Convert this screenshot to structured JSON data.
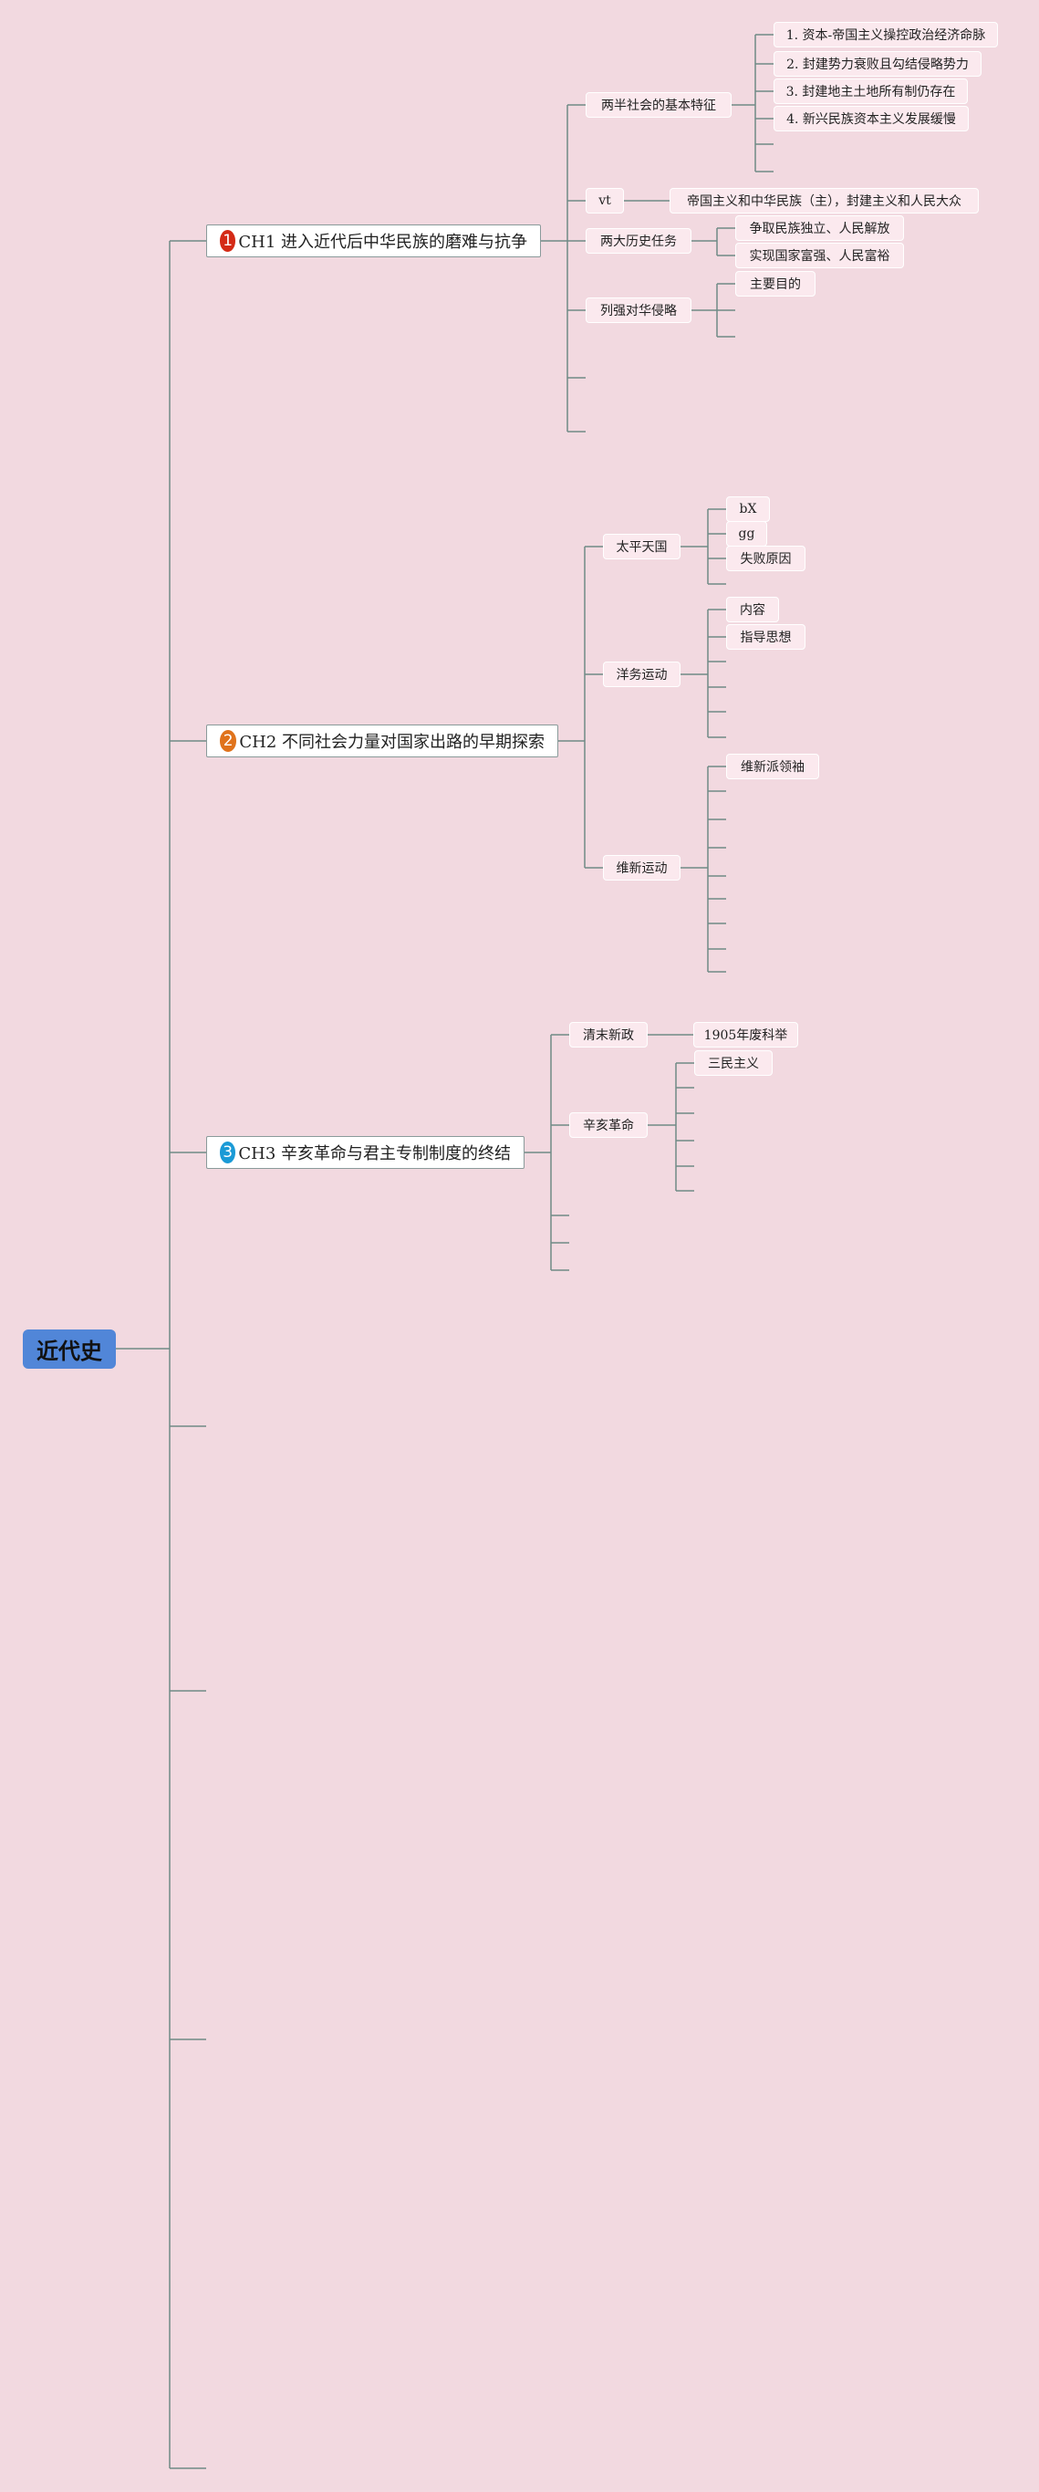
{
  "root": {
    "label": "近代史"
  },
  "colors": {
    "background": "#f2d9e0",
    "root": "#5186d8",
    "line": "#6f8a86",
    "badge1": "#d42a16",
    "badge2": "#e0731c",
    "badge3": "#1a9ad6"
  },
  "ch1": {
    "badge": "1",
    "title": "CH1 进入近代后中华民族的磨难与抗争",
    "features": {
      "label": "两半社会的基本特征",
      "items": [
        "1. 资本-帝国主义操控政治经济命脉",
        "2. 封建势力衰败且勾结侵略势力",
        "3. 封建地主土地所有制仍存在",
        "4. 新兴民族资本主义发展缓慢"
      ]
    },
    "vt": {
      "label": "vt",
      "child": "帝国主义和中华民族（主），封建主义和人民大众"
    },
    "tasks": {
      "label": "两大历史任务",
      "items": [
        "争取民族独立、人民解放",
        "实现国家富强、人民富裕"
      ]
    },
    "invasion": {
      "label": "列强对华侵略",
      "items": [
        "主要目的"
      ]
    }
  },
  "ch2": {
    "badge": "2",
    "title": "CH2 不同社会力量对国家出路的早期探索",
    "taiping": {
      "label": "太平天国",
      "items": [
        "bX",
        "gg",
        "失败原因"
      ]
    },
    "yangwu": {
      "label": "洋务运动",
      "items": [
        "内容",
        "指导思想"
      ]
    },
    "weixin": {
      "label": "维新运动",
      "items": [
        "维新派领袖"
      ]
    }
  },
  "ch3": {
    "badge": "3",
    "title": "CH3 辛亥革命与君主专制制度的终结",
    "qingmo": {
      "label": "清末新政",
      "items": [
        "1905年废科举"
      ]
    },
    "xinhai": {
      "label": "辛亥革命",
      "items": [
        "三民主义"
      ]
    }
  }
}
